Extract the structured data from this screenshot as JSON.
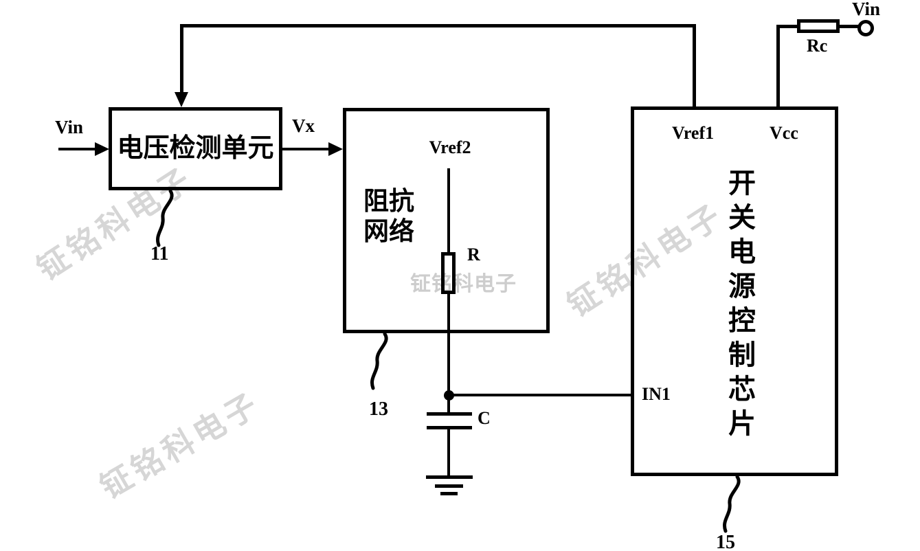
{
  "watermark": {
    "text": "钲铭科电子"
  },
  "labels": {
    "vin_left": "Vin",
    "vx": "Vx",
    "vref2": "Vref2",
    "r": "R",
    "c": "C",
    "rc": "Rc",
    "vin_right": "Vin"
  },
  "blocks": {
    "voltage_detection": {
      "title": "电压检测单元",
      "ref": "11"
    },
    "impedance_network": {
      "title_line1": "阻抗",
      "title_line2": "网络",
      "ref": "13"
    },
    "switching_chip": {
      "title": "开关电源控制芯片",
      "title_chars": [
        "开",
        "关",
        "电",
        "源",
        "控",
        "制",
        "芯",
        "片"
      ],
      "ref": "15",
      "pins": {
        "vref1": "Vref1",
        "vcc": "Vcc",
        "in1": "IN1"
      }
    }
  },
  "colors": {
    "line": "#000000",
    "background": "#ffffff",
    "watermark": "#d6d6d6"
  }
}
